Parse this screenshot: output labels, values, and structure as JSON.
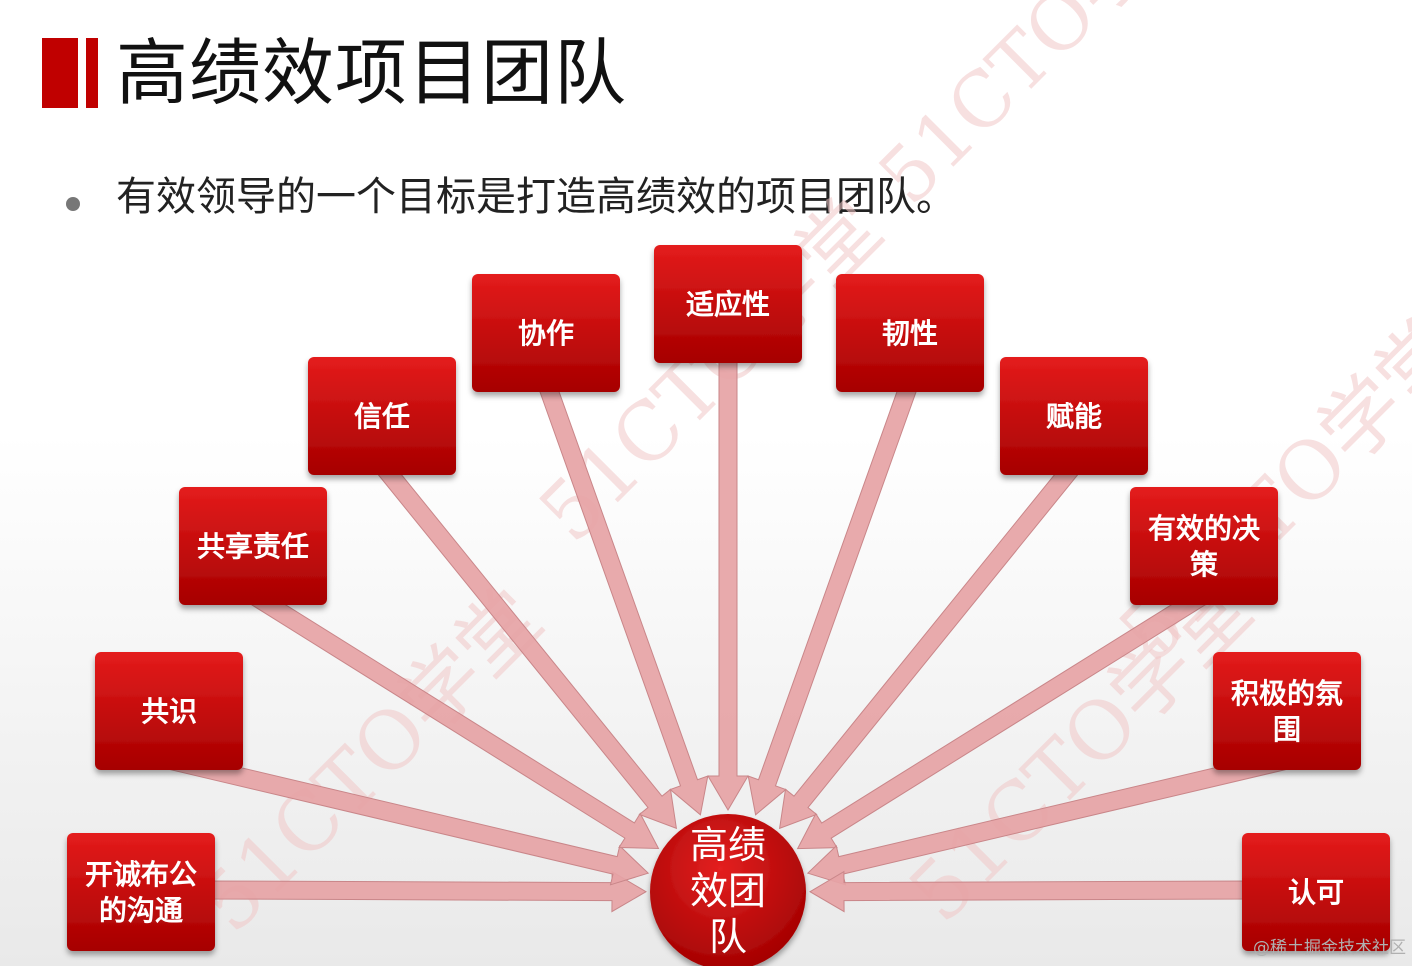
{
  "slide": {
    "title": "高绩效项目团队",
    "bullet": "有效领导的一个目标是打造高绩效的项目团队。"
  },
  "diagram": {
    "center": [
      "高绩",
      "效团",
      "队"
    ],
    "nodes": [
      {
        "label": [
          "开诚布公",
          "的沟通"
        ]
      },
      {
        "label": [
          "共识"
        ]
      },
      {
        "label": [
          "共享责任"
        ]
      },
      {
        "label": [
          "信任"
        ]
      },
      {
        "label": [
          "协作"
        ]
      },
      {
        "label": [
          "适应性"
        ]
      },
      {
        "label": [
          "韧性"
        ]
      },
      {
        "label": [
          "赋能"
        ]
      },
      {
        "label": [
          "有效的决",
          "策"
        ]
      },
      {
        "label": [
          "积极的氛",
          "围"
        ]
      },
      {
        "label": [
          "认可"
        ]
      }
    ]
  },
  "watermark": {
    "text": "51CTO学堂"
  },
  "credit": "@稀土掘金技术社区",
  "colors": {
    "accent": "#c00000",
    "box_top": "#e01818",
    "box_bottom": "#a80000",
    "arrow": "#e6a3a5",
    "arrow_stroke": "#c98689"
  }
}
